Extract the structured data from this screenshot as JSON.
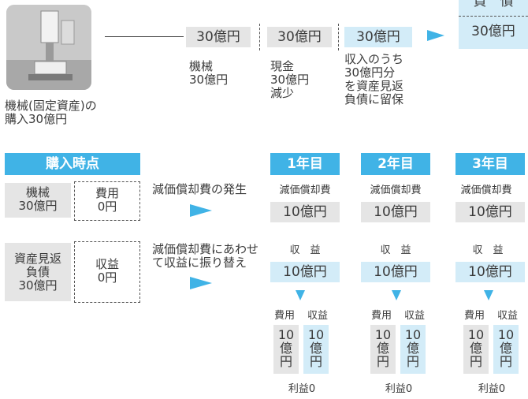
{
  "top": {
    "photo_caption": "機械(固定資産)の\n購入30億円",
    "box1_value": "30億円",
    "box2_value": "30億円",
    "box3_value": "30億円",
    "box4_value": "30億円",
    "box4_header": "負　債",
    "label1": "機械\n30億円",
    "label2": "現金\n30億円\n減少",
    "label3": "収入のうち\n30億円分\nを資産見返\n負債に留保"
  },
  "purchase": {
    "header": "購入時点",
    "machine_label": "機械\n30億円",
    "expense_label": "費用\n0円",
    "liability_label": "資産見返\n負債\n30億円",
    "revenue_label": "収益\n0円",
    "note_depreciation": "減価償却費の発生",
    "note_transfer": "減価償却費にあわせ\nて収益に振り替え"
  },
  "years": [
    {
      "header": "1年目",
      "dep_label": "減価償却費",
      "dep_value": "10億円",
      "rev_label": "収　益",
      "rev_value": "10億円",
      "exp_col": "費用",
      "rev_col": "収益",
      "exp_val": "10\n億\n円",
      "rev_val": "10\n億\n円",
      "profit": "利益0"
    },
    {
      "header": "2年目",
      "dep_label": "減価償却費",
      "dep_value": "10億円",
      "rev_label": "収　益",
      "rev_value": "10億円",
      "exp_col": "費用",
      "rev_col": "収益",
      "exp_val": "10\n億\n円",
      "rev_val": "10\n億\n円",
      "profit": "利益0"
    },
    {
      "header": "3年目",
      "dep_label": "減価償却費",
      "dep_value": "10億円",
      "rev_label": "収　益",
      "rev_value": "10億円",
      "exp_col": "費用",
      "rev_col": "収益",
      "exp_val": "10\n億\n円",
      "rev_val": "10\n億\n円",
      "profit": "利益0"
    }
  ],
  "colors": {
    "accent": "#40b3e6",
    "light_blue": "#d3ecf8",
    "gray": "#e5e5e5",
    "text": "#3a3a3a"
  }
}
